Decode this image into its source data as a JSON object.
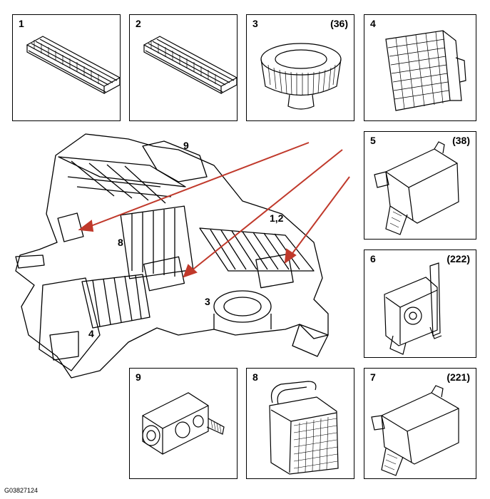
{
  "panels": [
    {
      "number": "1",
      "quantity": ""
    },
    {
      "number": "2",
      "quantity": ""
    },
    {
      "number": "3",
      "quantity": "(36)"
    },
    {
      "number": "4",
      "quantity": ""
    },
    {
      "number": "5",
      "quantity": "(38)"
    },
    {
      "number": "6",
      "quantity": "(222)"
    },
    {
      "number": "7",
      "quantity": "(221)"
    },
    {
      "number": "8",
      "quantity": ""
    },
    {
      "number": "9",
      "quantity": ""
    }
  ],
  "assembly_callouts": [
    "9",
    "8",
    "1,2",
    "3",
    "4"
  ],
  "figure_code": "G03827124",
  "colors": {
    "arrow": "#c0392b",
    "line": "#000000",
    "background": "#ffffff"
  }
}
